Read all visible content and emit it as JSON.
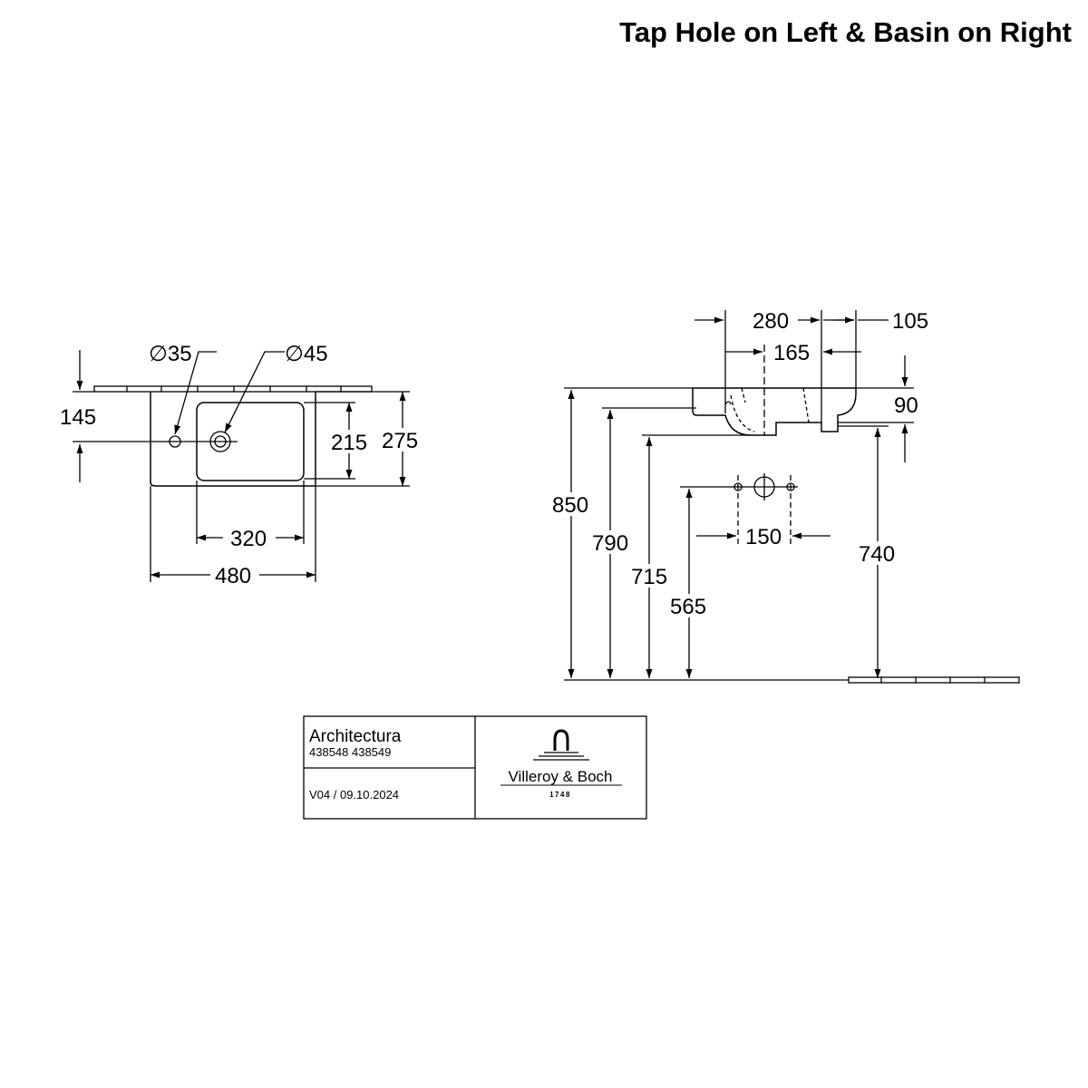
{
  "title": "Tap Hole on Left & Basin on Right",
  "plan_view": {
    "tap_hole_diameter": "∅35",
    "waste_hole_diameter": "∅45",
    "depth_to_tap_hole": "145",
    "basin_depth": "215",
    "total_depth": "275",
    "basin_width": "320",
    "total_width": "480"
  },
  "side_view": {
    "width_280": "280",
    "width_105": "105",
    "width_165": "165",
    "rim_thickness": "90",
    "rim_height": "850",
    "height_790": "790",
    "height_715": "715",
    "waste_height": "565",
    "height_740": "740",
    "fixing_spacing": "150"
  },
  "title_block": {
    "product_name": "Architectura",
    "article_numbers": "438548 438549",
    "version": "V04 / 09.10.2024",
    "brand": "Villeroy & Boch",
    "brand_year": "1748"
  }
}
